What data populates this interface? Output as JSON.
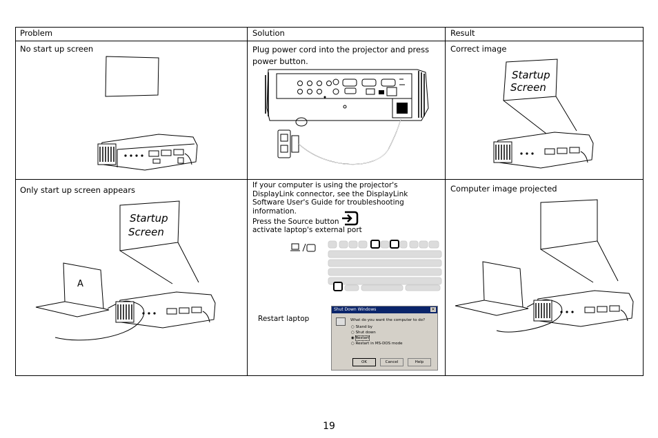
{
  "table": {
    "headers": [
      "Problem",
      "Solution",
      "Result"
    ],
    "rows": [
      {
        "problem": "No start up screen",
        "solution": "Plug power cord into the projector and press power button.",
        "result": "Correct image",
        "result_screen_text": "Startup Screen"
      },
      {
        "problem": "Only start up screen appears",
        "problem_screen_text": "Startup Screen",
        "laptop_screen_letter": "A",
        "solution_para1": "If your computer is using the projector's DisplayLink connector, see the DisplayLink Software User's Guide for troubleshooting information.",
        "solution_para2_a": "Press the Source button",
        "solution_para2_b": "activate laptop's external port",
        "restart_label": "Restart laptop",
        "result": "Computer image projected"
      }
    ]
  },
  "dialog": {
    "title": "Shut Down Windows",
    "question": "What do you want the computer to do?",
    "options": [
      "Stand by",
      "Shut down",
      "Restart",
      "Restart in MS-DOS mode"
    ],
    "selected": "Restart",
    "buttons": [
      "OK",
      "Cancel",
      "Help"
    ]
  },
  "page_number": "19"
}
